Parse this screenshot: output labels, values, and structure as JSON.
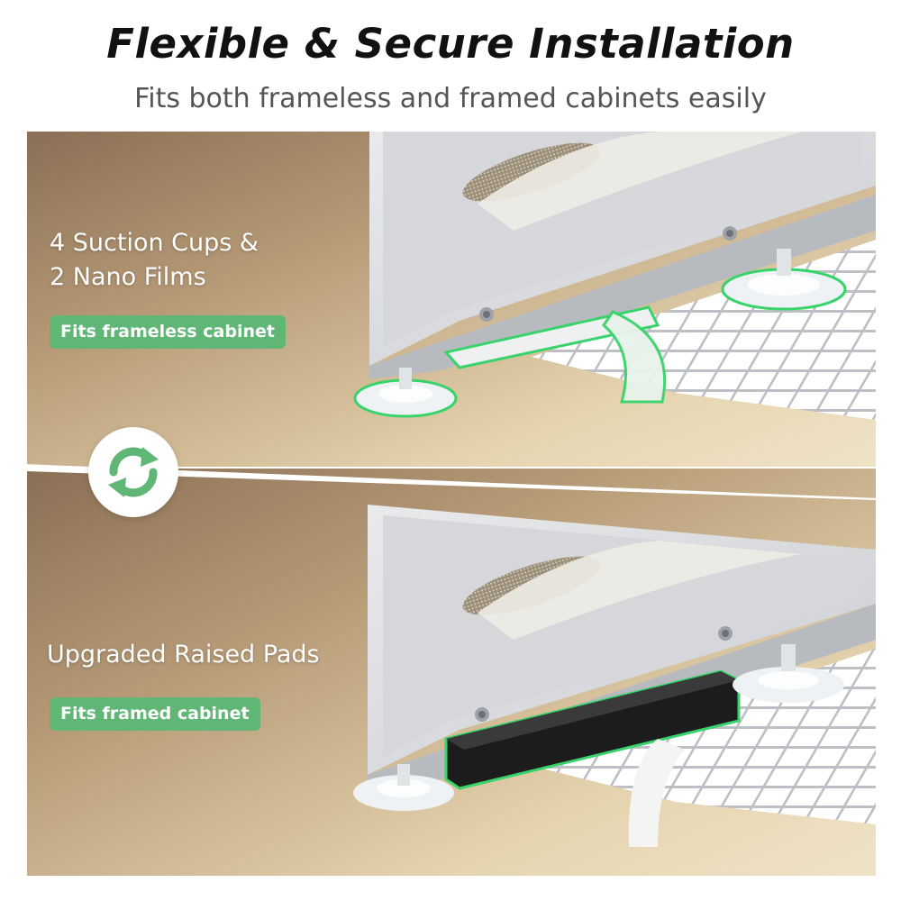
{
  "header": {
    "title": "Flexible & Secure Installation",
    "subtitle": "Fits both frameless and framed cabinets easily"
  },
  "panels": [
    {
      "label_lines": [
        "4 Suction Cups &",
        "2 Nano Films"
      ],
      "badge": "Fits frameless cabinet"
    },
    {
      "label_lines": [
        "Upgraded Raised Pads"
      ],
      "badge": "Fits framed cabinet"
    }
  ],
  "colors": {
    "accent_green": "#5fb675",
    "highlight_glow": "#39d36b",
    "background_warm": "#c8b48f"
  },
  "icons": {
    "swap": "refresh-arrows-icon"
  }
}
